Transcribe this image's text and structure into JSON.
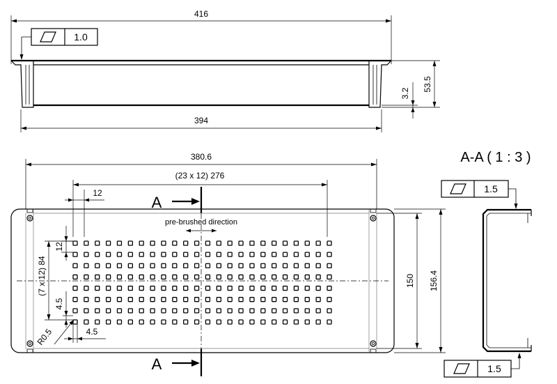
{
  "top_view": {
    "overall_length": "416",
    "inner_length": "394",
    "height": "53.5",
    "thickness": "3.2",
    "flatness_value": "1.0"
  },
  "front_view": {
    "width": "380.6",
    "hole_span": "(23  x 12) 276",
    "hole_pitch_h": "12",
    "hole_pitch_v": "12",
    "vertical_span": "(7 x 12) 84",
    "hole_size_v": "4.5",
    "hole_size_h": "4.5",
    "corner_radius": "R0.5",
    "inner_height": "150",
    "outer_height": "156.4",
    "brush_note": "pre-brushed direction",
    "section_label_top": "A",
    "section_label_bottom": "A",
    "hole_columns": 24,
    "hole_rows": 8
  },
  "section_view": {
    "title": "A-A ( 1 : 3 )",
    "flatness_top": "1.5",
    "flatness_bottom": "1.5"
  }
}
